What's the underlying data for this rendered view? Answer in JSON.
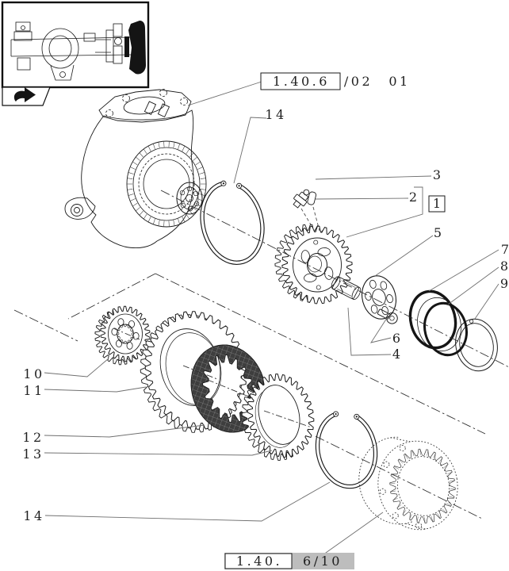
{
  "refs": {
    "top": {
      "boxed": "1.40.6",
      "section": "/02",
      "page": "01"
    },
    "bottom": {
      "boxed": "1.40.",
      "rest": "6/10"
    }
  },
  "callouts": {
    "c14_top": "14",
    "c3": "3",
    "c2": "2",
    "c1": "1",
    "c5": "5",
    "c7": "7",
    "c8": "8",
    "c9": "9",
    "c6": "6",
    "c4": "4",
    "c10": "10",
    "c11": "11",
    "c12": "12",
    "c13": "13",
    "c14_bottom": "14"
  },
  "thumbnail": {
    "icon": "front-axle-overview-drawing"
  },
  "nav": {
    "icon": "curved-back-arrow"
  },
  "colors": {
    "line": "#1a1a1a",
    "leader": "#6f6f6f",
    "highlight_bg": "#bdbdbd",
    "disc_dark": "#3e3e3e"
  }
}
